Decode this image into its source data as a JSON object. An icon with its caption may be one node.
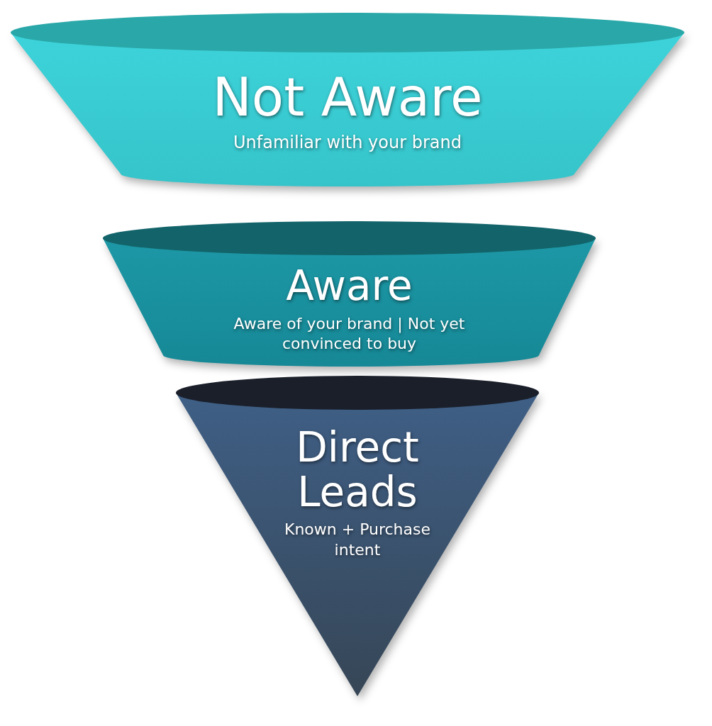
{
  "diagram": {
    "nodes": [
      {
        "text": [
          "Not Aware",
          "Unfamiliar with your brand"
        ]
      },
      {
        "text": [
          "Aware",
          "Aware of your brand | Not yet convinced to buy"
        ]
      },
      {
        "text": [
          "Direct Leads",
          "Known + Purchase intent"
        ]
      }
    ]
  }
}
